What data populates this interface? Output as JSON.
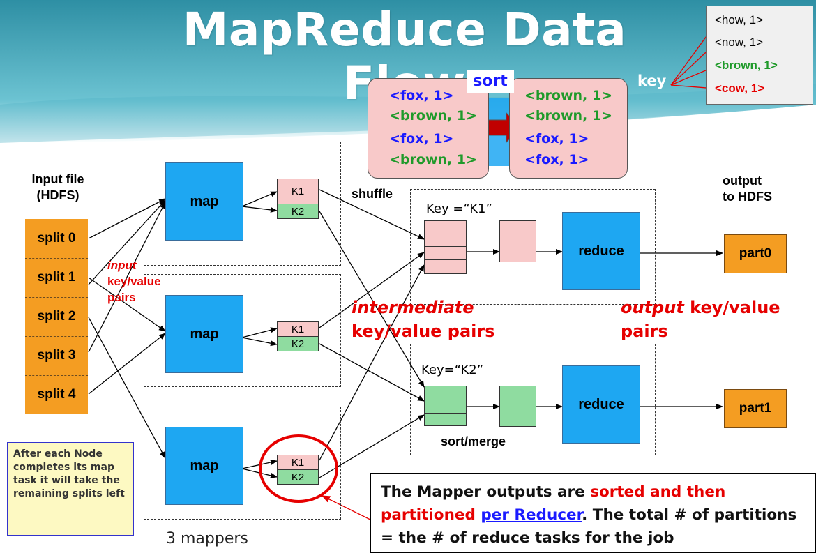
{
  "title": "MapReduce Data Flow",
  "input_label_line1": "Input file",
  "input_label_line2": "(HDFS)",
  "output_label_line1": "output",
  "output_label_line2": "to HDFS",
  "splits": [
    "split 0",
    "split 1",
    "split 2",
    "split 3",
    "split 4"
  ],
  "input_pairs_label": [
    "input",
    "key/value",
    "pairs"
  ],
  "map_label": "map",
  "k1_label": "K1",
  "k2_label": "K2",
  "shuffle_label": "shuffle",
  "key_k1_label": "Key =“K1”",
  "key_k2_label": "Key=“K2”",
  "reduce_label": "reduce",
  "parts": [
    "part0",
    "part1"
  ],
  "sort_merge_label": "sort/merge",
  "intermediate_label": [
    "intermediate",
    "key/value pairs"
  ],
  "output_kv_label": [
    "output",
    " key/value",
    "pairs"
  ],
  "mappers_caption": "3 mappers",
  "sort_example": {
    "sort_label": "sort",
    "left": [
      {
        "text": "<fox, 1>",
        "color": "blue"
      },
      {
        "text": "<brown, 1>",
        "color": "green"
      },
      {
        "text": "<fox, 1>",
        "color": "blue"
      },
      {
        "text": "<brown, 1>",
        "color": "green"
      }
    ],
    "right": [
      {
        "text": "<brown, 1>",
        "color": "green"
      },
      {
        "text": "<brown, 1>",
        "color": "green"
      },
      {
        "text": "<fox, 1>",
        "color": "blue"
      },
      {
        "text": "<fox, 1>",
        "color": "blue"
      }
    ]
  },
  "key_label": "key",
  "legend": [
    {
      "text": "<how, 1>",
      "color": "#000000"
    },
    {
      "text": "<now, 1>",
      "color": "#000000"
    },
    {
      "text": "<brown, 1>",
      "color": "#1f9a2a"
    },
    {
      "text": "<cow, 1>",
      "color": "#e60000"
    }
  ],
  "note": "After each Node completes its map task it will take the remaining splits left",
  "bottom_text": {
    "p1": "The Mapper outputs are ",
    "p2": "sorted and then partitioned",
    "p3": " ",
    "p4": "per Reducer",
    "p5": ". The total # of partitions = the # of reduce tasks for the job"
  },
  "colors": {
    "map_blue": "#1ea7f2",
    "split_orange": "#f49d22",
    "k1_pink": "#f8c9c9",
    "k2_green": "#8fdca0",
    "banner_teal": "#3a9fb0"
  }
}
